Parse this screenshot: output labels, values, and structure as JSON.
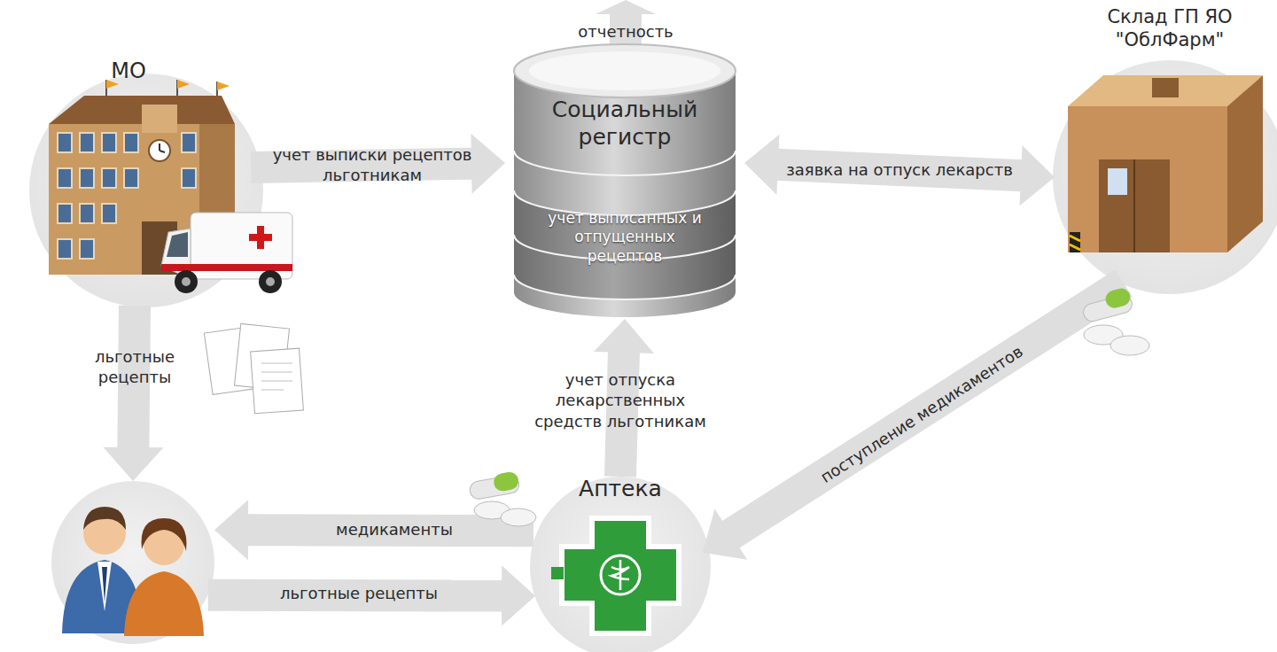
{
  "diagram": {
    "nodes": [
      {
        "text": [
          "МО"
        ]
      },
      {
        "text": [
          "Социальный регистр",
          "учет выписанных и отпущенных рецептов"
        ]
      },
      {
        "text": [
          "Склад ГП ЯО \"ОблФарм\""
        ]
      },
      {
        "text": []
      },
      {
        "text": [
          "Аптека"
        ]
      }
    ],
    "edges": [
      {
        "from": 0,
        "to": 1,
        "arrow": "to",
        "label": "учет выписки рецептов льготникам"
      },
      {
        "from": 1,
        "to": 2,
        "arrow": "both",
        "label": "заявка на отпуск лекарств"
      },
      {
        "from": 0,
        "to": 3,
        "arrow": "to",
        "label": "льготные рецепты"
      },
      {
        "from": 2,
        "to": 4,
        "arrow": "to",
        "label": "поступление медикаментов"
      },
      {
        "from": 4,
        "to": 1,
        "arrow": "to",
        "label": "учет отпуска лекарственных средств льготникам"
      },
      {
        "from": 4,
        "to": 3,
        "arrow": "to",
        "label": "медикаменты"
      },
      {
        "from": 3,
        "to": 4,
        "arrow": "to",
        "label": "льготные рецепты"
      }
    ],
    "labels": [
      "отчетность"
    ]
  }
}
